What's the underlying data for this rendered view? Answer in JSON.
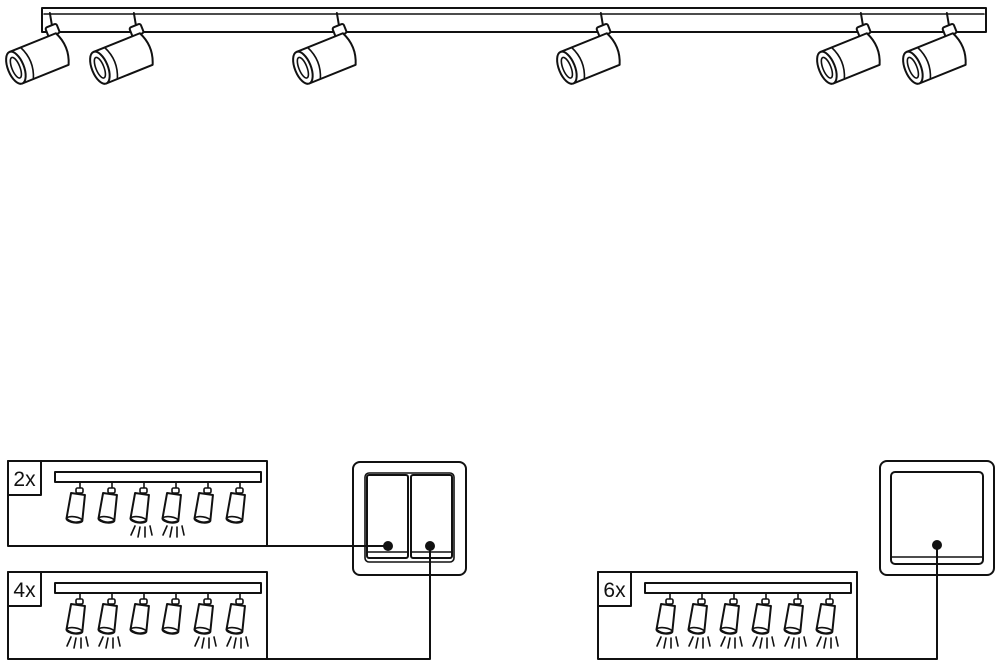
{
  "diagrams": {
    "panel_2x": {
      "label": "2x",
      "lamps_on": [
        false,
        false,
        true,
        true,
        false,
        false
      ]
    },
    "panel_4x": {
      "label": "4x",
      "lamps_on": [
        true,
        true,
        false,
        false,
        true,
        true
      ]
    },
    "panel_6x": {
      "label": "6x",
      "lamps_on": [
        true,
        true,
        true,
        true,
        true,
        true
      ]
    }
  },
  "switches": {
    "double": {
      "type": "double-rocker"
    },
    "single": {
      "type": "single-rocker"
    }
  },
  "icons": [
    "track-spotlight-icon",
    "wall-switch-icon",
    "light-rays-icon"
  ]
}
